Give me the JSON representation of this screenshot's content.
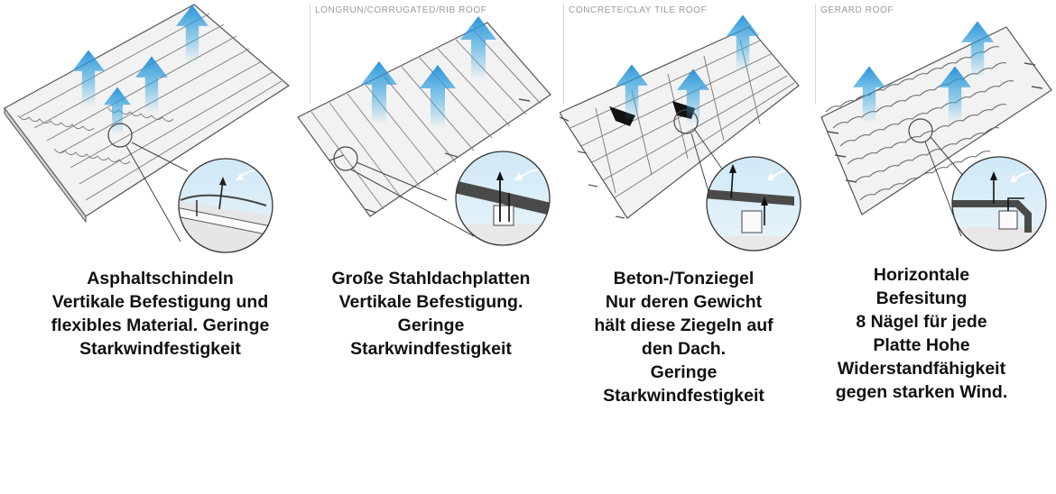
{
  "panels": [
    {
      "header": "",
      "caption_lines": [
        "Asphaltschindeln",
        "Vertikale Befestigung und",
        "flexibles Material. Geringe",
        "Starkwindfestigkeit"
      ]
    },
    {
      "header": "LONGRUN/CORRUGATED/RIB ROOF",
      "caption_lines": [
        "Große Stahldachplatten",
        "Vertikale Befestigung.",
        "Geringe",
        "Starkwindfestigkeit"
      ]
    },
    {
      "header": "CONCRETE/CLAY TILE ROOF",
      "caption_lines": [
        "Beton-/Tonziegel",
        "Nur deren Gewicht",
        "hält diese Ziegeln auf",
        "den Dach.",
        "Geringe",
        "Starkwindfestigkeit"
      ]
    },
    {
      "header": "GERARD ROOF",
      "caption_lines": [
        "Horizontale",
        "Befesitung",
        "8 Nägel für jede",
        "Platte Hohe",
        "Widerstandfähigkeit",
        "gegen starken Wind."
      ]
    }
  ],
  "colors": {
    "wind_arrow": "#3aa7e0",
    "roof_fill": "#f2f2f2",
    "roof_line": "#555555",
    "sky_zoom": "#dbeef8",
    "fastener": "#333333"
  },
  "icons": [
    "wind-arrow-icon",
    "magnifier-circle-icon",
    "nail-icon"
  ]
}
